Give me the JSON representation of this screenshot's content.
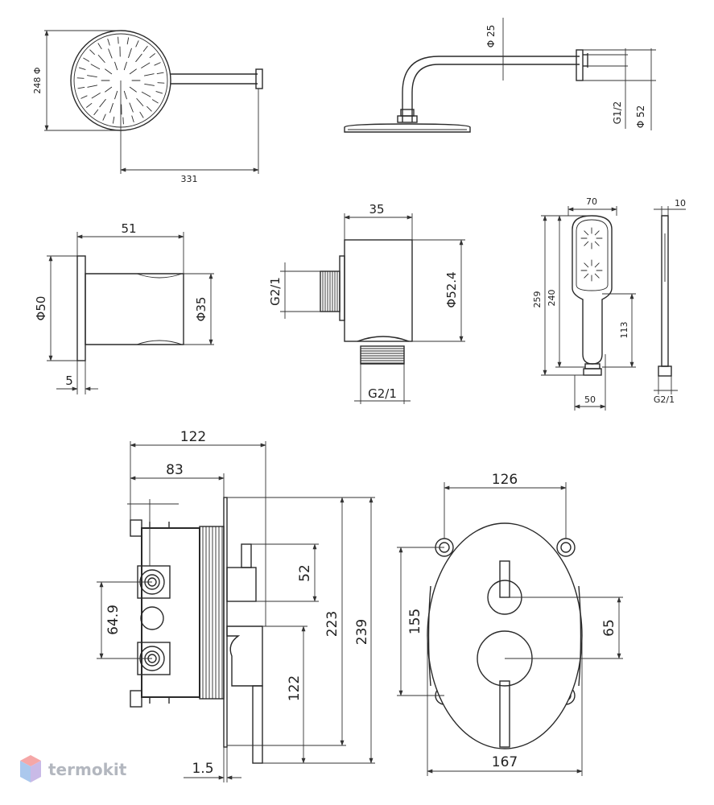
{
  "shower_head": {
    "dia_label": "248 Φ",
    "arm_length_label": "331",
    "dia_tag": "Φ 25",
    "thread_label": "G1/2",
    "flange_label": "Φ 52"
  },
  "holder": {
    "depth_label": "51",
    "flange_dia_label": "Φ50",
    "body_dia_label": "Φ35",
    "flange_thk_label": "5"
  },
  "elbow": {
    "width_label": "35",
    "dia_label": "Φ52.4",
    "inlet_thread_label": "G2/1",
    "outlet_thread_label": "G2/1"
  },
  "hand_shower": {
    "width_label": "70",
    "side_label": "10",
    "total_len_label": "259",
    "body_len_label": "240",
    "handle_len_label": "113",
    "handle_w_label": "50",
    "thread_label": "G2/1"
  },
  "mixer_side": {
    "depth_label": "122",
    "box_label": "83",
    "inlet_spacing_label": "64.9",
    "lever_label": "52",
    "knob_label": "122",
    "height_223_label": "223",
    "height_239_label": "239",
    "plate_label": "1.5"
  },
  "mixer_front": {
    "mount_width_label": "126",
    "height_label": "155",
    "lever_offset_label": "65",
    "width_label": "167"
  },
  "watermark": {
    "text": "termokit",
    "colors": {
      "top": "#f28a8a",
      "left": "#8fb6e8",
      "right": "#b8a3df"
    }
  }
}
